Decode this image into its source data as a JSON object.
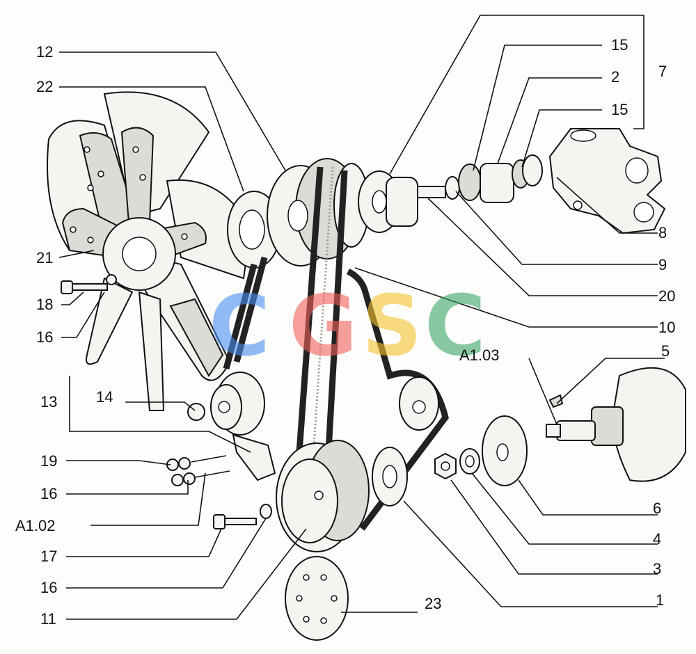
{
  "labels": {
    "l12": "12",
    "l22": "22",
    "l15a": "15",
    "l2": "2",
    "l7": "7",
    "l15b": "15",
    "l8": "8",
    "l9": "9",
    "l20": "20",
    "l10": "10",
    "l21": "21",
    "l18": "18",
    "l16a": "16",
    "lA103": "A1.03",
    "l5": "5",
    "l13": "13",
    "l14": "14",
    "l19": "19",
    "l16b": "16",
    "lA102": "A1.02",
    "l6": "6",
    "l4": "4",
    "l17": "17",
    "l3": "3",
    "l16c": "16",
    "l11": "11",
    "l23": "23",
    "l1": "1"
  },
  "watermark": {
    "letters": [
      "C",
      "G",
      "S",
      "C"
    ],
    "colors": [
      "#4a8ef0",
      "#f0605a",
      "#f4c430",
      "#3aa66a"
    ]
  }
}
